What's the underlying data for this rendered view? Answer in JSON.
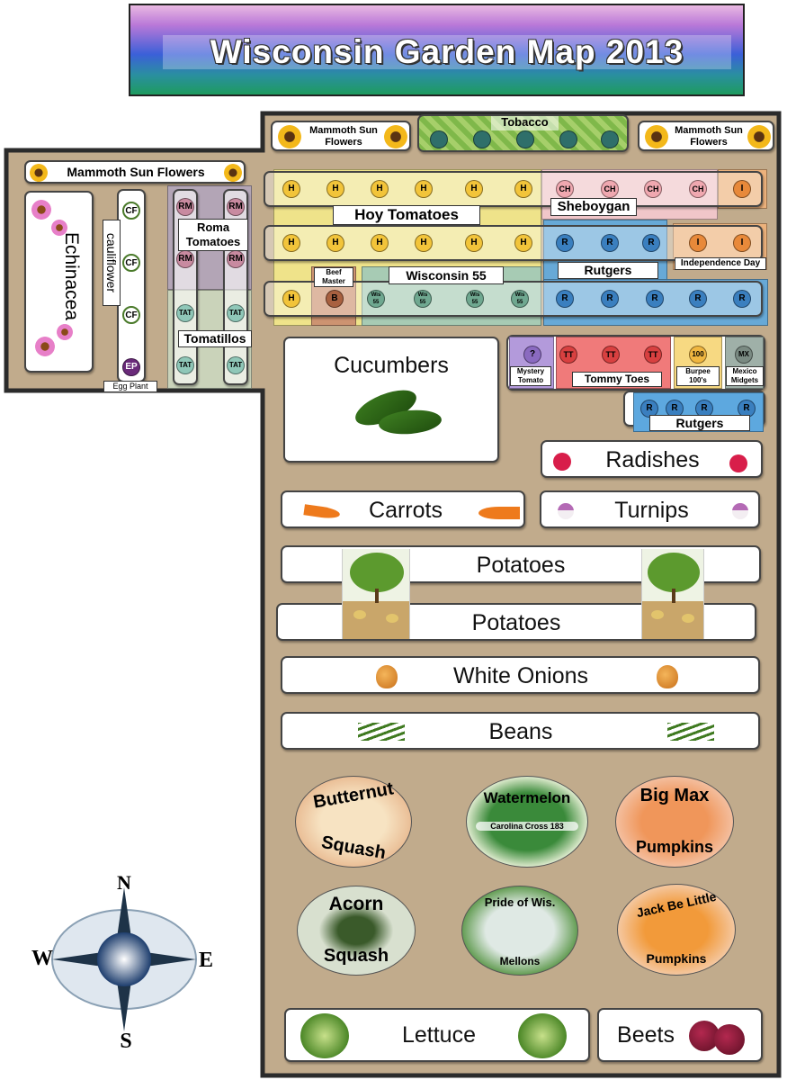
{
  "title": "Wisconsin Garden Map 2013",
  "colors": {
    "soil": "#c1ab8c",
    "outline": "#2b2b2b",
    "hoy": "#f7ec8a",
    "sheboygan": "#f5c9cf",
    "rutgers": "#5da8df",
    "wi55": "#9fc8b8",
    "beef": "#c98a6e",
    "independence": "#f2b27a",
    "mystery": "#b39adb",
    "tommy": "#f07a7a",
    "burpee": "#f7d982",
    "mexico": "#9fb0a8",
    "roma": "#a8a0d8",
    "tomatillo": "#cfe8d2"
  },
  "top_left_area": {
    "sunflowers_label": "Mammoth Sun Flowers",
    "echinacea_label": "Echinacea",
    "cauliflower_label": "cauliflower",
    "cauliflower_code": "CF",
    "eggplant_code": "EP",
    "eggplant_label": "Egg Plant",
    "roma_label": "Roma Tomatoes",
    "roma_code": "RM",
    "tomatillos_label": "Tomatillos",
    "tomatillo_code": "TAT"
  },
  "top_row": {
    "left_sunflowers": "Mammoth Sun Flowers",
    "tobacco": "Tobacco",
    "right_sunflowers": "Mammoth Sun Flowers"
  },
  "tomatoes": {
    "hoy_label": "Hoy Tomatoes",
    "hoy_code": "H",
    "sheboygan_label": "Sheboygan",
    "sheboygan_code": "CH",
    "independence_label": "Independence Day",
    "independence_code": "I",
    "rutgers_label": "Rutgers",
    "rutgers_code": "R",
    "beef_label": "Beef Master",
    "beef_code": "B",
    "wi55_label": "Wisconsin 55",
    "wi55_code": "Wis 55",
    "mystery_label": "Mystery Tomato",
    "mystery_code": "?",
    "tommy_label": "Tommy Toes",
    "tommy_code": "TT",
    "burpee_label": "Burpee 100's",
    "burpee_code": "100",
    "mexico_label": "Mexico Midgets",
    "mexico_code": "MX",
    "rutgers2_label": "Rutgers"
  },
  "beds": {
    "cucumbers": "Cucumbers",
    "radishes": "Radishes",
    "carrots": "Carrots",
    "turnips": "Turnips",
    "potatoes_1": "Potatoes",
    "potatoes_2": "Potatoes",
    "white_onions": "White Onions",
    "beans": "Beans",
    "lettuce": "Lettuce",
    "beets": "Beets"
  },
  "squash": {
    "butternut_top": "Butternut",
    "butternut_bottom": "Squash",
    "watermelon_top": "Watermelon",
    "watermelon_variety": "Carolina Cross 183",
    "bigmax_top": "Big Max",
    "bigmax_bottom": "Pumpkins",
    "acorn_top": "Acorn",
    "acorn_bottom": "Squash",
    "pride_top": "Pride of Wis.",
    "pride_bottom": "Mellons",
    "jack_top": "Jack Be Little",
    "jack_bottom": "Pumpkins"
  },
  "compass": {
    "n": "N",
    "s": "S",
    "e": "E",
    "w": "W"
  },
  "icons": [
    "sunflower-icon",
    "echinacea-icon",
    "eggplant-icon",
    "cucumber-icon",
    "radish-icon",
    "carrot-icon",
    "turnip-icon",
    "potato-plant-icon",
    "onion-icon",
    "bean-icon",
    "lettuce-icon",
    "beet-icon",
    "compass-rose-icon"
  ]
}
